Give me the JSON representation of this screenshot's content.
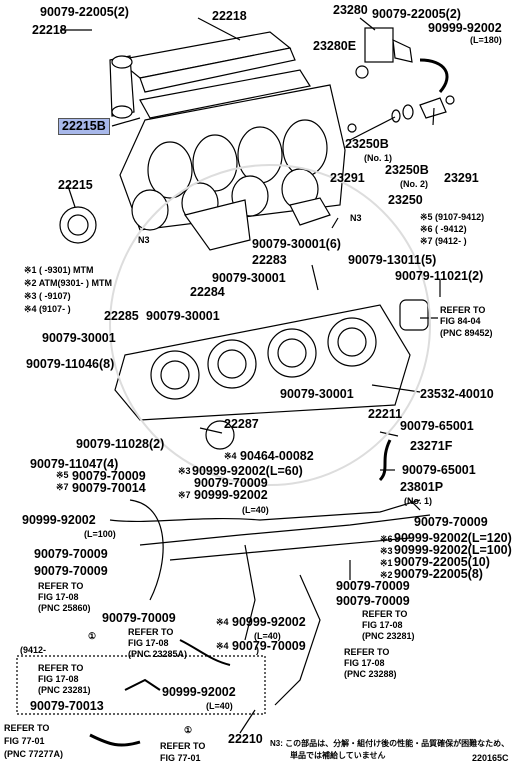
{
  "highlight_color": "#a8b8ea",
  "parts": {
    "p22005_top": "90079-22005(2)",
    "p22218_a": "22218",
    "p22218_b": "22218",
    "p23280": "23280",
    "p22005_tr": "90079-22005(2)",
    "p92002_tr": "90999-92002",
    "l180": "(L=180)",
    "p23280e": "23280E",
    "p22215b": "22215B",
    "p23250b": "23250B",
    "no1_a": "(No. 1)",
    "p23250b2": "23250B",
    "no2": "(No. 2)",
    "p23291_a": "23291",
    "p23291_b": "23291",
    "p23250": "23250",
    "p22215": "22215",
    "n3_a": "N3",
    "n3_b": "N3",
    "p30001_6": "90079-30001(6)",
    "p22283": "22283",
    "p13011": "90079-13011(5)",
    "p11021": "90079-11021(2)",
    "p30001_b": "90079-30001",
    "p22284": "22284",
    "p22285": "22285",
    "p30001_c": "90079-30001",
    "p30001_d": "90079-30001",
    "p11046": "90079-11046(8)",
    "p23532": "23532-40010",
    "p30001_e": "90079-30001",
    "p22211": "22211",
    "p65001_a": "90079-65001",
    "p22287": "22287",
    "p11028": "90079-11028(2)",
    "p11047": "90079-11047(4)",
    "p23271f": "23271F",
    "p00082": "90464-00082",
    "p65001_b": "90079-65001",
    "p92002_l60": "90999-92002(L=60)",
    "p70009_a": "90079-70009",
    "p70014": "90079-70014",
    "p70009_b": "90079-70009",
    "p92002_c": "90999-92002",
    "p23801p": "23801P",
    "no1_b": "(No. 1)",
    "l40_a": "(L=40)",
    "p92002_l100": "90999-92002",
    "l100": "(L=100)",
    "p70009_c": "90079-70009",
    "p70009_d": "90079-70009",
    "p70009_e": "90079-70009",
    "p92002_l120": "90999-92002(L=120)",
    "p92002_l100b": "90999-92002(L=100)",
    "p22005_10": "90079-22005(10)",
    "p22005_8": "90079-22005(8)",
    "p70009_f": "90079-70009",
    "p70009_g": "90079-70009",
    "p70009_h": "90079-70009",
    "p92002_l40": "90999-92002",
    "l40_b": "(L=40)",
    "p70009_i": "90079-70009",
    "p70009_j": "90079-70013",
    "p92002_bot": "90999-92002",
    "l40_c": "(L=40)",
    "range_9412": "(9412-",
    "close_paren": ")",
    "p22210": "22210",
    "pnc_footer": "220165C"
  },
  "refs": {
    "r84_1": "REFER TO",
    "r84_2": "FIG 84-04",
    "r84_3": "(PNC 89452)",
    "r17a_1": "REFER TO",
    "r17a_2": "FIG 17-08",
    "r17a_3": "(PNC 25860)",
    "r17b_1": "REFER TO",
    "r17b_2": "FIG 17-08",
    "r17b_3": "(PNC 23285A)",
    "r17c_1": "REFER TO",
    "r17c_2": "FIG 17-08",
    "r17c_3": "(PNC 23281)",
    "r17d_1": "REFER TO",
    "r17d_2": "FIG 17-08",
    "r17d_3": "(PNC 23288)",
    "r17e_1": "REFER TO",
    "r17e_2": "FIG 17-08",
    "r17e_3": "(PNC 23281)",
    "r77a_1": "REFER TO",
    "r77a_2": "FIG 77-01",
    "r77a_3": "(PNC 77277A)",
    "r77b_1": "REFER TO",
    "r77b_2": "FIG 77-01"
  },
  "legends": {
    "tr1": "※5 (9107-9412)",
    "tr2": "※6 (      -9412)",
    "tr3": "※7 (9412-      )",
    "l1": "※1 (      -9301) MTM",
    "l2": "※2 ATM(9301-      ) MTM",
    "l3": "※3 (      -9107)",
    "l4": "※4 (9107-      )",
    "m1": "※4",
    "m2": "※3",
    "m3": "※5",
    "m4": "※7",
    "m5": "※6",
    "m6": "※3",
    "m7": "※1",
    "m8": "※2",
    "m9": "※4",
    "m10": "※4",
    "circ1": "①",
    "circ2": "①"
  },
  "note": {
    "n3": "N3: この部品は、分解・組付け後の性能・品質確保が困難なため、",
    "n3b": "単品では補給していません"
  }
}
